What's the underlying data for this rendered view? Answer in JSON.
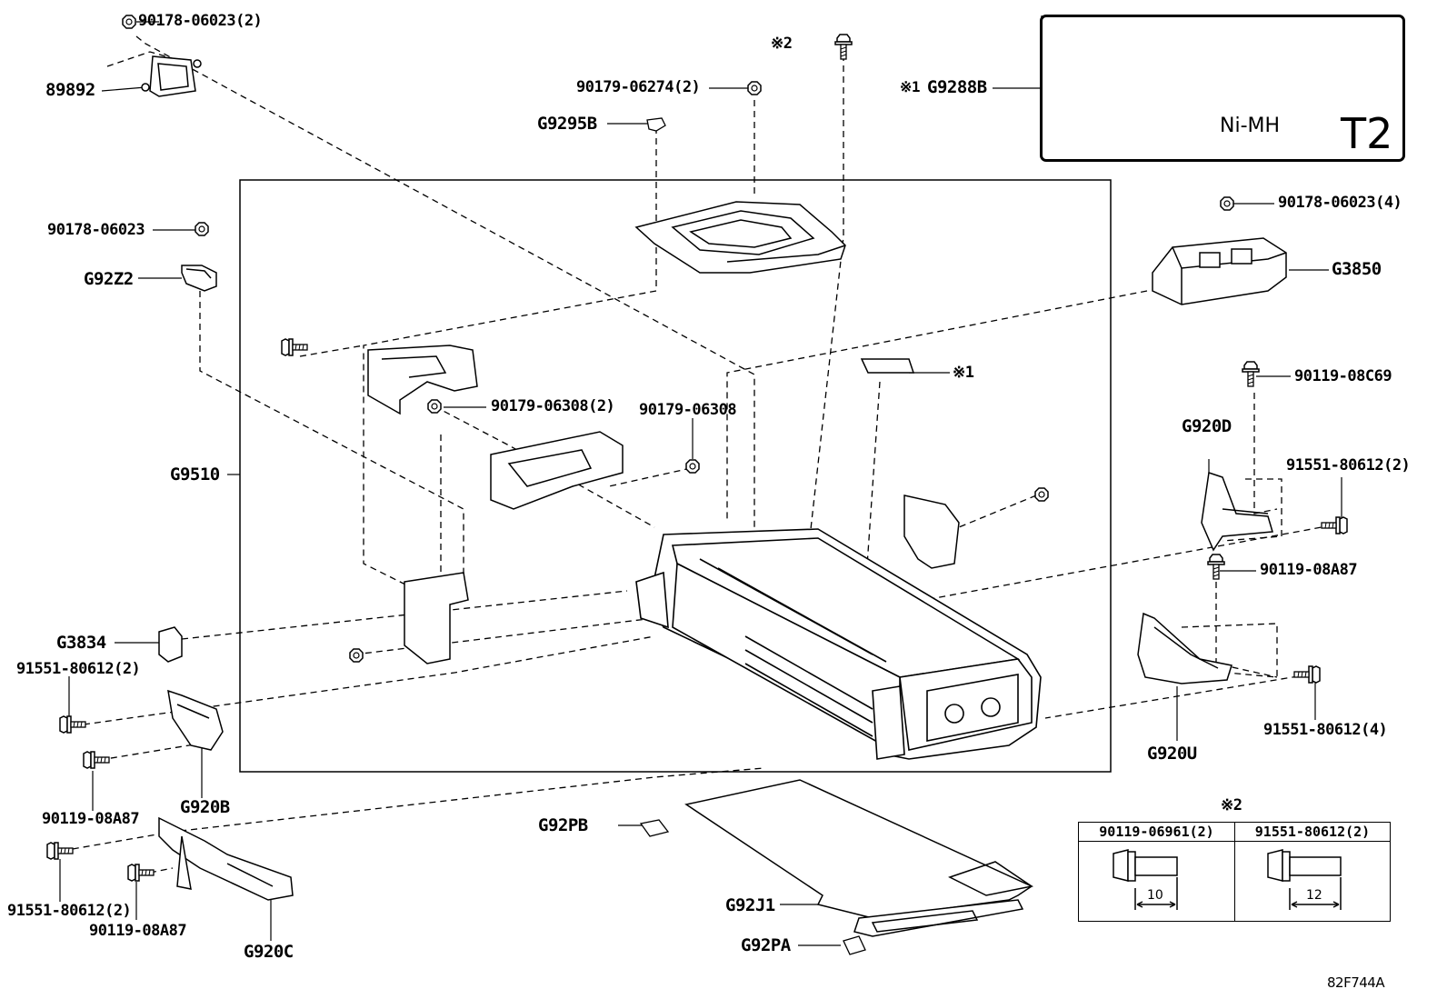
{
  "labels": {
    "p89892": "89892",
    "p90178_06023_2": "90178-06023(2)",
    "p90178_06023": "90178-06023",
    "pG92Z2": "G92Z2",
    "pG9510": "G9510",
    "pG3834": "G3834",
    "p91551_80612_2_left": "91551-80612(2)",
    "p90119_08A87_left": "90119-08A87",
    "pG920B": "G920B",
    "p91551_80612_2_bottom": "91551-80612(2)",
    "p90119_08A87_bottom": "90119-08A87",
    "pG920C": "G920C",
    "p90179_06274_2": "90179-06274(2)",
    "pG9295B": "G9295B",
    "note2_top": "※2",
    "p90179_06308_2": "90179-06308(2)",
    "p90179_06308": "90179-06308",
    "note1_label": "※1",
    "pG9288B_prefix": "※1",
    "pG9288B": "G9288B",
    "p90178_06023_4": "90178-06023(4)",
    "pG3850": "G3850",
    "p90119_08C69": "90119-08C69",
    "pG920D": "G920D",
    "p91551_80612_2_right": "91551-80612(2)",
    "p90119_08A87_right": "90119-08A87",
    "p91551_80612_4": "91551-80612(4)",
    "pG920U": "G920U",
    "pG92PB": "G92PB",
    "pG92J1": "G92J1",
    "pG92PA": "G92PA"
  },
  "warning_label": {
    "battery_type": "Ni-MH",
    "code": "T2"
  },
  "bolt_inset": {
    "note": "※2",
    "columns": [
      {
        "part": "90119-06961(2)",
        "length": "10"
      },
      {
        "part": "91551-80612(2)",
        "length": "12"
      }
    ]
  },
  "diagram_id": "82F744A"
}
